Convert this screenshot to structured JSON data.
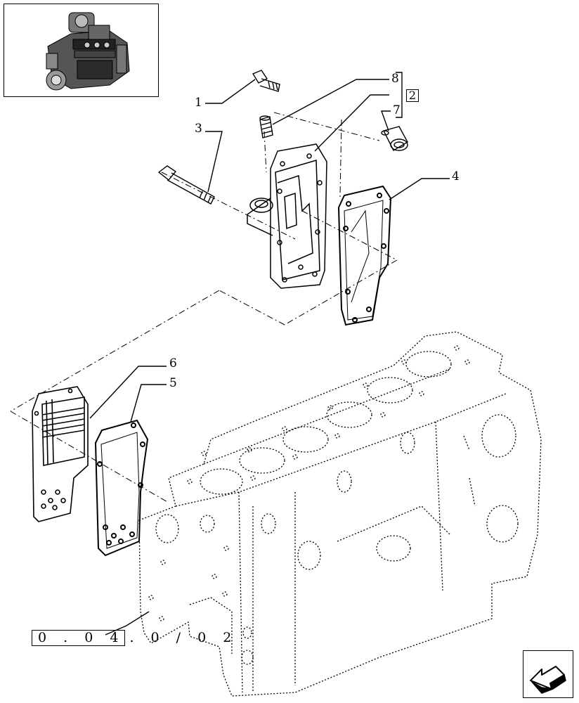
{
  "thumbnail": {
    "icon": "engine-thumbnail-icon"
  },
  "callouts": {
    "c1": "1",
    "c2": "2",
    "c3": "3",
    "c4": "4",
    "c5": "5",
    "c6": "6",
    "c7": "7",
    "c8": "8"
  },
  "page_reference": {
    "boxed": "0 . 0 4",
    "rest": ". 0 / 0 2"
  },
  "navigation": {
    "icon": "previous-page-arrow-icon"
  },
  "colors": {
    "line": "#000000",
    "background": "#ffffff",
    "thumbnail_body": "#3a3a3a"
  }
}
